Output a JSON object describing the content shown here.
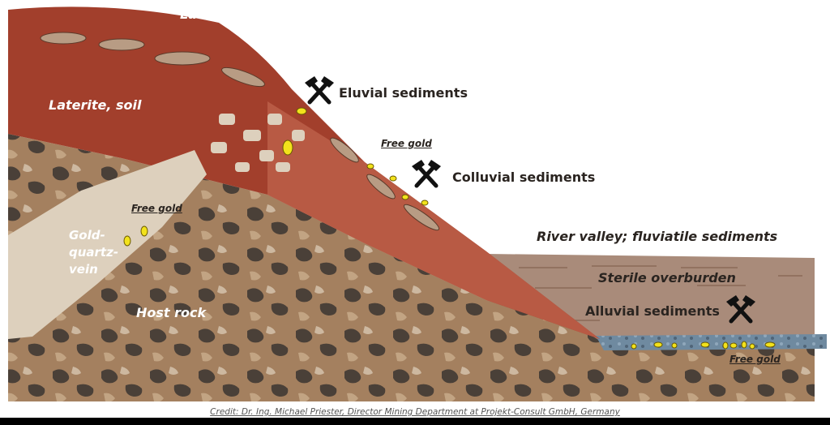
{
  "labels": {
    "lateritic_crusts": "Lateritic crusts",
    "laterite_soil": "Laterite, soil",
    "eluvial_sediments": "Eluvial sediments",
    "free_gold_colluvial": "Free gold",
    "colluvial_sediments": "Colluvial sediments",
    "free_gold_vein": "Free gold",
    "gold_quartz_vein_lines": [
      "Gold-",
      "quartz-",
      "vein"
    ],
    "host_rock": "Host rock",
    "river_valley": "River valley; fluviatile sediments",
    "sterile_overburden": "Sterile overburden",
    "alluvial_sediments": "Alluvial sediments",
    "free_gold_alluvial": "Free gold"
  },
  "credit": "Credit: Dr. Ing. Michael Priester, Director Mining Department at Projekt-Consult GmbH, Germany",
  "icons": [
    "mining-hammer-icon",
    "mining-hammer-icon",
    "mining-hammer-icon"
  ],
  "colors": {
    "laterite": "#a23f2c",
    "slope_red": "#b85a44",
    "host_rock": "#a4805f",
    "host_rock_dark": "#4a4038",
    "quartz_vein": "#ddd0bd",
    "river_sediments": "#a98b7a",
    "gravel": "#6f8aa0",
    "gold": "#f2e21c"
  }
}
